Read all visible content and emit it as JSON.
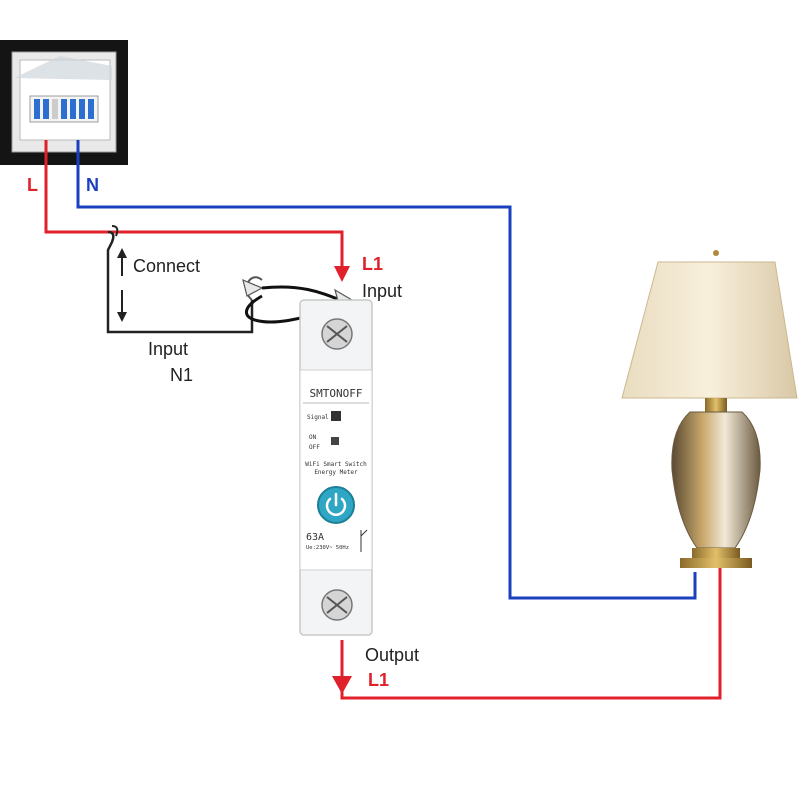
{
  "wires": {
    "live_label": "L",
    "neutral_label": "N",
    "live_color": "#e0202a",
    "neutral_color": "#1a3fbf",
    "jumper_color": "#222222"
  },
  "labels": {
    "connect": "Connect",
    "input_top_l1": "L1",
    "input_top": "Input",
    "input_n1_line1": "Input",
    "input_n1_line2": "N1",
    "output": "Output",
    "output_l1": "L1"
  },
  "device": {
    "brand": "SMTONOFF",
    "signal": "Signal",
    "on": "ON",
    "off": "OFF",
    "desc_line1": "WiFi Smart Switch",
    "desc_line2": "Energy Meter",
    "rating": "63A",
    "spec": "Ue:230V~ 50Hz",
    "button_color": "#2fa6c4"
  }
}
